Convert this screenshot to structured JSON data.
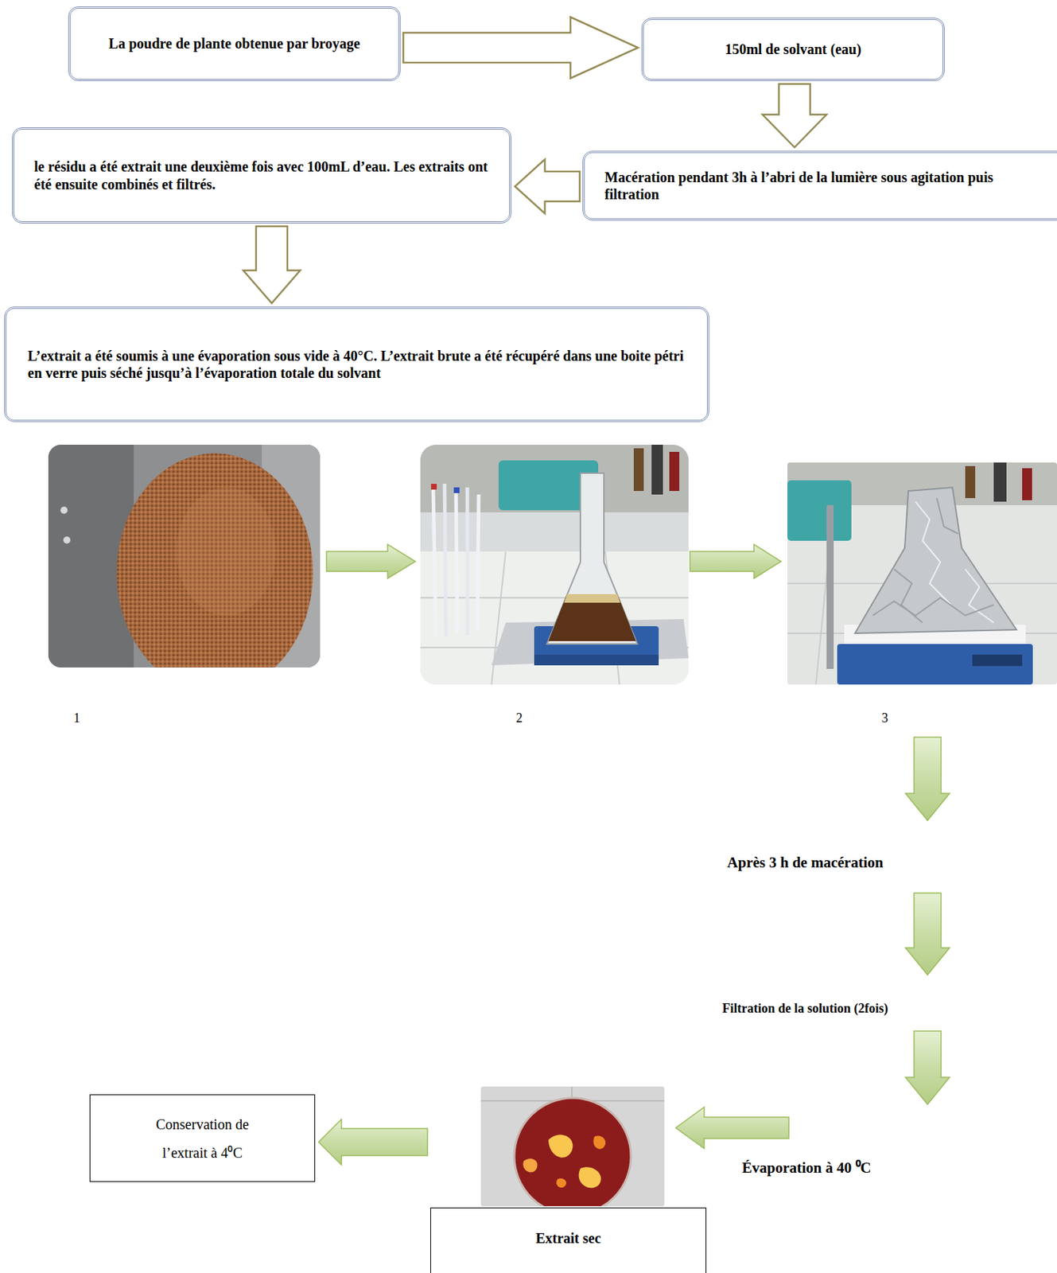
{
  "diagram": {
    "nodes": [
      {
        "text": [
          "La poudre de plante obtenue par broyage"
        ]
      },
      {
        "text": [
          "150ml de solvant (eau)"
        ]
      },
      {
        "text": [
          "Macération pendant 3h à l’abri de la lumière sous agitation puis filtration"
        ]
      },
      {
        "text": [
          "le résidu a été extrait une deuxième fois avec 100mL d’eau. Les extraits ont été ensuite combinés et filtrés."
        ]
      },
      {
        "text": [
          "L’extrait a été soumis à une évaporation sous vide à 40°C. L’extrait brute a été récupéré dans une boite pétri en verre puis séché jusqu’à l’évaporation totale du solvant"
        ]
      },
      {
        "text": [
          "Conservation de l’extrait à 4⁰C"
        ]
      },
      {
        "text": [
          "Extrait sec"
        ]
      }
    ],
    "edges": [
      {
        "from": 0,
        "to": 1,
        "arrow": "to"
      },
      {
        "from": 1,
        "to": 2,
        "arrow": "to"
      },
      {
        "from": 2,
        "to": 3,
        "arrow": "to"
      },
      {
        "from": 3,
        "to": 4,
        "arrow": "to"
      },
      {
        "from": 6,
        "to": 5,
        "arrow": "to"
      }
    ],
    "labels": [
      "1",
      "2",
      "3",
      "Après 3 h de macération",
      "Filtration de la solution (2fois)",
      "Évaporation à 40 ⁰C"
    ]
  }
}
